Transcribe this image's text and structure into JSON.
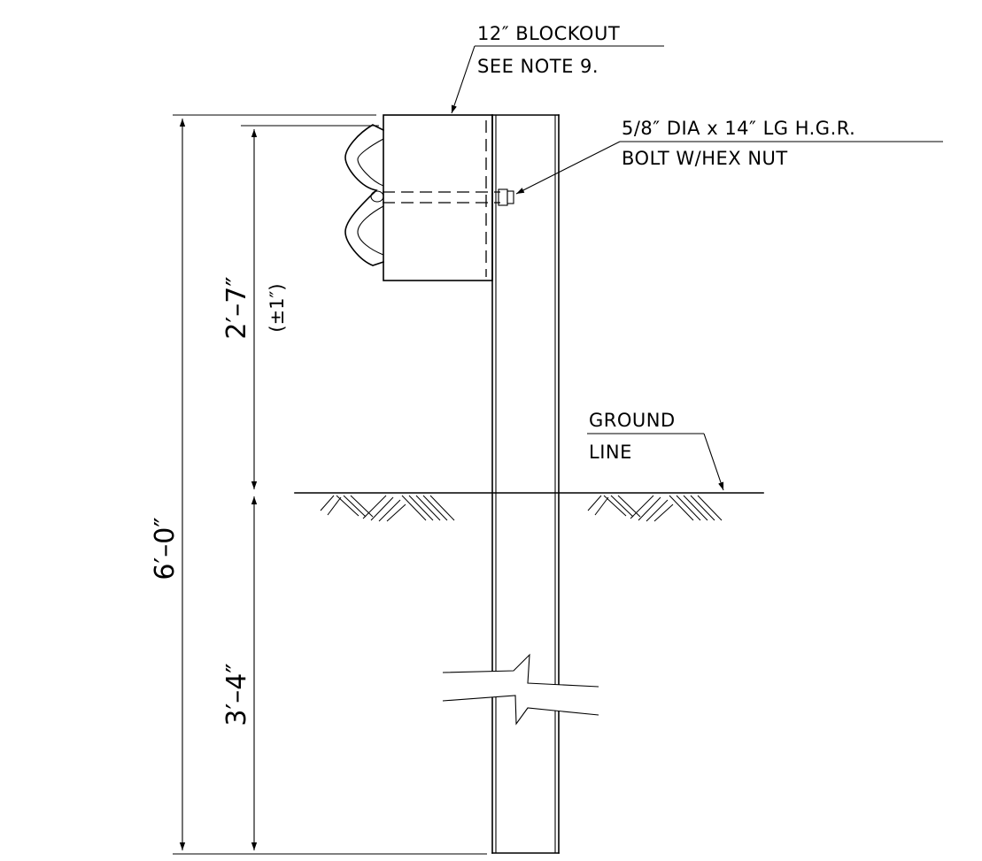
{
  "labels": {
    "blockout_line1": "12″ BLOCKOUT",
    "blockout_line2": "SEE NOTE 9.",
    "bolt_line1": "5/8″ DIA x 14″ LG  H.G.R.",
    "bolt_line2": "BOLT W/HEX NUT",
    "ground_line1": "GROUND",
    "ground_line2": "LINE"
  },
  "dimensions": {
    "total_height": "6′–0″",
    "rail_height": "2′–7″",
    "rail_tolerance": "(±1″)",
    "embedment": "3′–4″"
  }
}
